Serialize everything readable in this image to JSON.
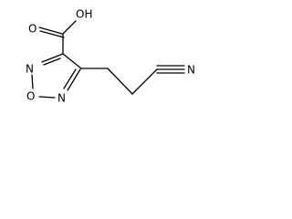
{
  "molecule": {
    "atoms": {
      "carboxyl_hydroxyl": "OH",
      "carboxyl_oxygen": "O",
      "ring_oxygen": "O",
      "ring_nitrogen_left": "N",
      "ring_nitrogen_bottom": "N",
      "nitrile_nitrogen": "N"
    }
  }
}
